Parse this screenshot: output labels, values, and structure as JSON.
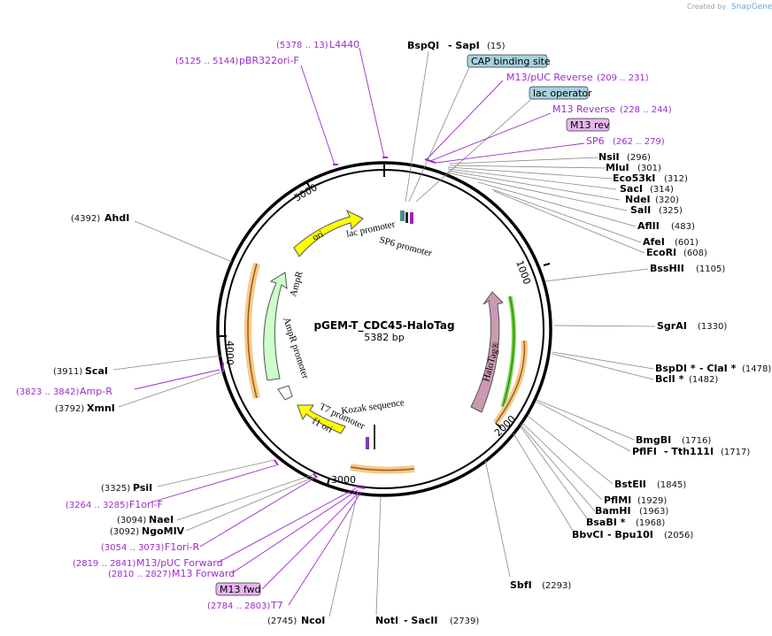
{
  "watermark": {
    "prefix": "Created by",
    "brand": "SnapGene"
  },
  "plasmid": {
    "name": "pGEM-T_CDC45-HaloTag",
    "length": "5382 bp"
  },
  "ticks": [
    "1000",
    "2000",
    "3000",
    "4000",
    "5000"
  ],
  "features": {
    "ori": "ori",
    "lac_promoter": "lac promoter",
    "sp6_promoter": "SP6 promoter",
    "ampr": "AmpR",
    "ampr_promoter": "AmpR promoter",
    "halotag": "HaloTag®",
    "kozak": "Kozak sequence",
    "t7_promoter": "T7 promoter",
    "f1_ori": "f1 ori"
  },
  "boxed": {
    "cap": "CAP binding site",
    "lac_operator": "lac operator",
    "m13_rev": "M13 rev",
    "m13_fwd": "M13 fwd"
  },
  "right_labels": [
    {
      "name": "BspQI",
      "extra": "- SapI",
      "pos": "(15)"
    },
    {
      "name": "",
      "extra": "M13/pUC Reverse",
      "pos": "(209 .. 231)"
    },
    {
      "name": "",
      "extra": "M13 Reverse",
      "pos": "(228 .. 244)"
    },
    {
      "name": "",
      "extra": "SP6",
      "pos": "(262 .. 279)"
    },
    {
      "name": "NsiI",
      "pos": "(296)"
    },
    {
      "name": "MluI",
      "pos": "(301)"
    },
    {
      "name": "Eco53kI",
      "pos": "(312)"
    },
    {
      "name": "SacI",
      "pos": "(314)"
    },
    {
      "name": "NdeI",
      "pos": "(320)"
    },
    {
      "name": "SalI",
      "pos": "(325)"
    },
    {
      "name": "AflII",
      "pos": "(483)"
    },
    {
      "name": "AfeI",
      "pos": "(601)"
    },
    {
      "name": "EcoRI",
      "pos": "(608)"
    },
    {
      "name": "BssHII",
      "pos": "(1105)"
    },
    {
      "name": "SgrAI",
      "pos": "(1330)"
    },
    {
      "name": "BspDI *",
      "extra": "- ClaI *",
      "pos": "(1478)"
    },
    {
      "name": "BclI *",
      "pos": "(1482)"
    },
    {
      "name": "BmgBI",
      "pos": "(1716)"
    },
    {
      "name": "PflFI",
      "extra": "- Tth111I",
      "pos": "(1717)"
    },
    {
      "name": "BstEII",
      "pos": "(1845)"
    },
    {
      "name": "PflMI",
      "pos": "(1929)"
    },
    {
      "name": "BamHI",
      "pos": "(1963)"
    },
    {
      "name": "BsaBI *",
      "pos": "(1968)"
    },
    {
      "name": "BbvCI",
      "extra": "- Bpu10I",
      "pos": "(2056)"
    },
    {
      "name": "SbfI",
      "pos": "(2293)"
    },
    {
      "name": "NotI",
      "extra": "- SacII",
      "pos": "(2739)"
    }
  ],
  "left_labels": [
    {
      "pos": "(5378 .. 13)",
      "name": "L4440"
    },
    {
      "pos": "(5125 .. 5144)",
      "name": "pBR322ori-F"
    },
    {
      "pos": "(4392)",
      "name": "AhdI"
    },
    {
      "pos": "(3911)",
      "name": "ScaI"
    },
    {
      "pos": "(3823 .. 3842)",
      "name": "Amp-R"
    },
    {
      "pos": "(3792)",
      "name": "XmnI"
    },
    {
      "pos": "(3325)",
      "name": "PsiI"
    },
    {
      "pos": "(3264 .. 3285)",
      "name": "F1ori-F"
    },
    {
      "pos": "(3094)",
      "name": "NaeI"
    },
    {
      "pos": "(3092)",
      "name": "NgoMIV"
    },
    {
      "pos": "(3054 .. 3073)",
      "name": "F1ori-R"
    },
    {
      "pos": "(2819 .. 2841)",
      "name": "M13/pUC Forward"
    },
    {
      "pos": "(2810 .. 2827)",
      "name": "M13 Forward"
    },
    {
      "pos": "(2784 .. 2803)",
      "name": "T7"
    },
    {
      "pos": "(2745)",
      "name": "NcoI"
    }
  ],
  "colors": {
    "primer": "#9d2bcf",
    "ori": "#ffff00",
    "ampr": "#ccffcc",
    "halotag": "#cc99b2",
    "orf": "#f5c98a",
    "box": "#a6d2de",
    "m13box": "#e8b5ee"
  }
}
